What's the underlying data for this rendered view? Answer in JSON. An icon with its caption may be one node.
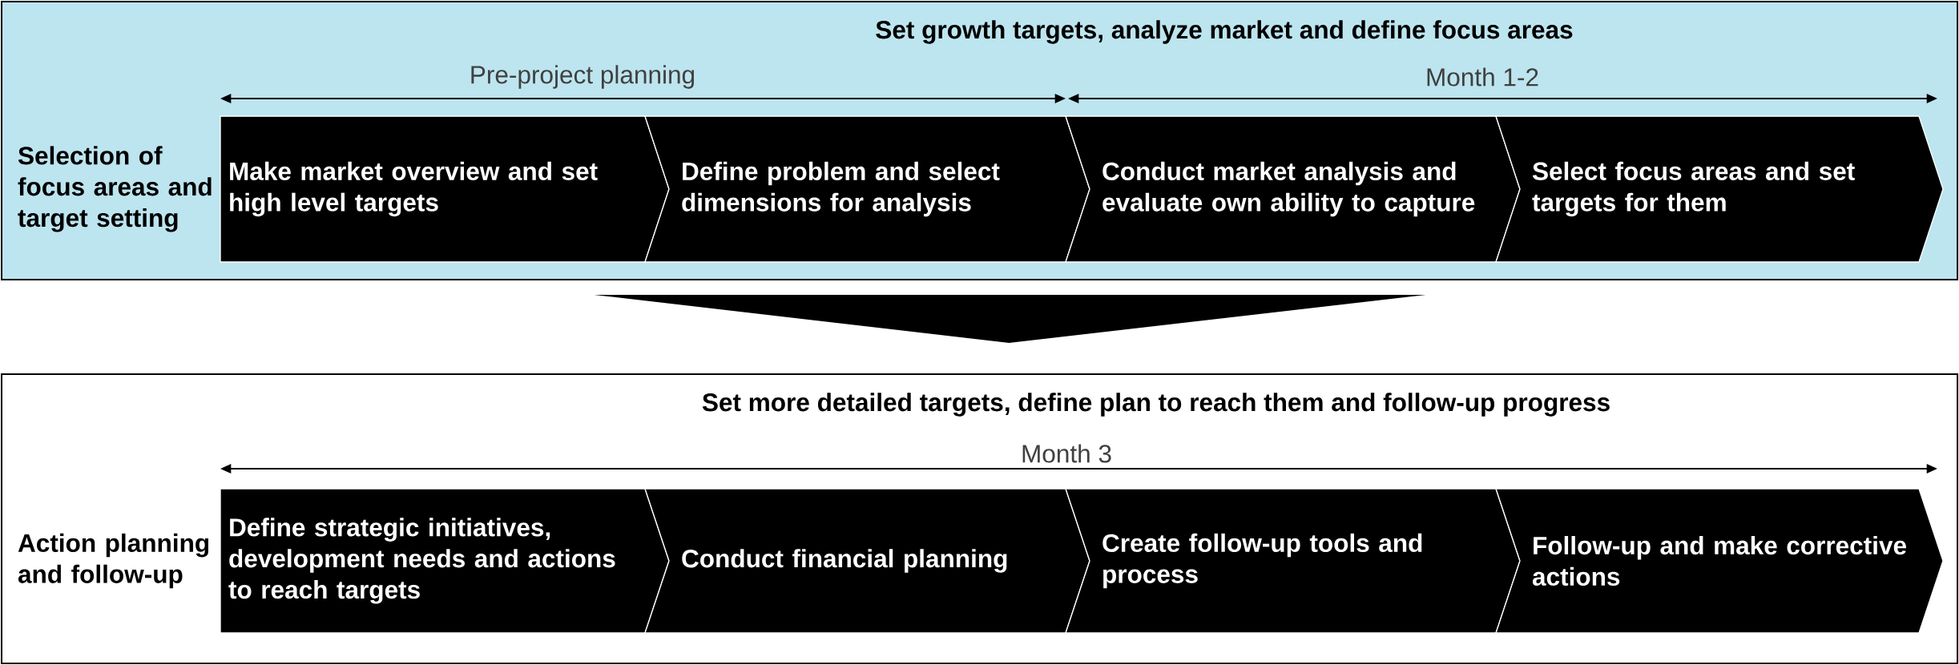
{
  "diagram": {
    "nodes": [
      {
        "text": [
          "Set growth targets, analyze market and define focus areas",
          "Selection of focus areas and target setting"
        ]
      },
      {
        "text": [
          "Make market overview and set high level targets"
        ],
        "in": 0
      },
      {
        "text": [
          "Define problem and select dimensions for analysis"
        ],
        "in": 0
      },
      {
        "text": [
          "Conduct market analysis and evaluate own ability to capture"
        ],
        "in": 0
      },
      {
        "text": [
          "Select focus areas and set targets for them"
        ],
        "in": 0
      },
      {
        "text": [
          "Set more detailed targets, define plan to reach them and follow-up progress",
          "Action planning and follow-up"
        ]
      },
      {
        "text": [
          "Define strategic initiatives, development needs and actions to reach targets"
        ],
        "in": 5
      },
      {
        "text": [
          "Conduct financial planning"
        ],
        "in": 5
      },
      {
        "text": [
          "Create follow-up tools and process"
        ],
        "in": 5
      },
      {
        "text": [
          "Follow-up and make corrective actions"
        ],
        "in": 5
      }
    ],
    "edges": [
      {
        "from": 0,
        "to": 5,
        "arrow": "to"
      }
    ],
    "labels": [
      "Pre-project planning",
      "Month 1-2",
      "Month 3"
    ]
  }
}
